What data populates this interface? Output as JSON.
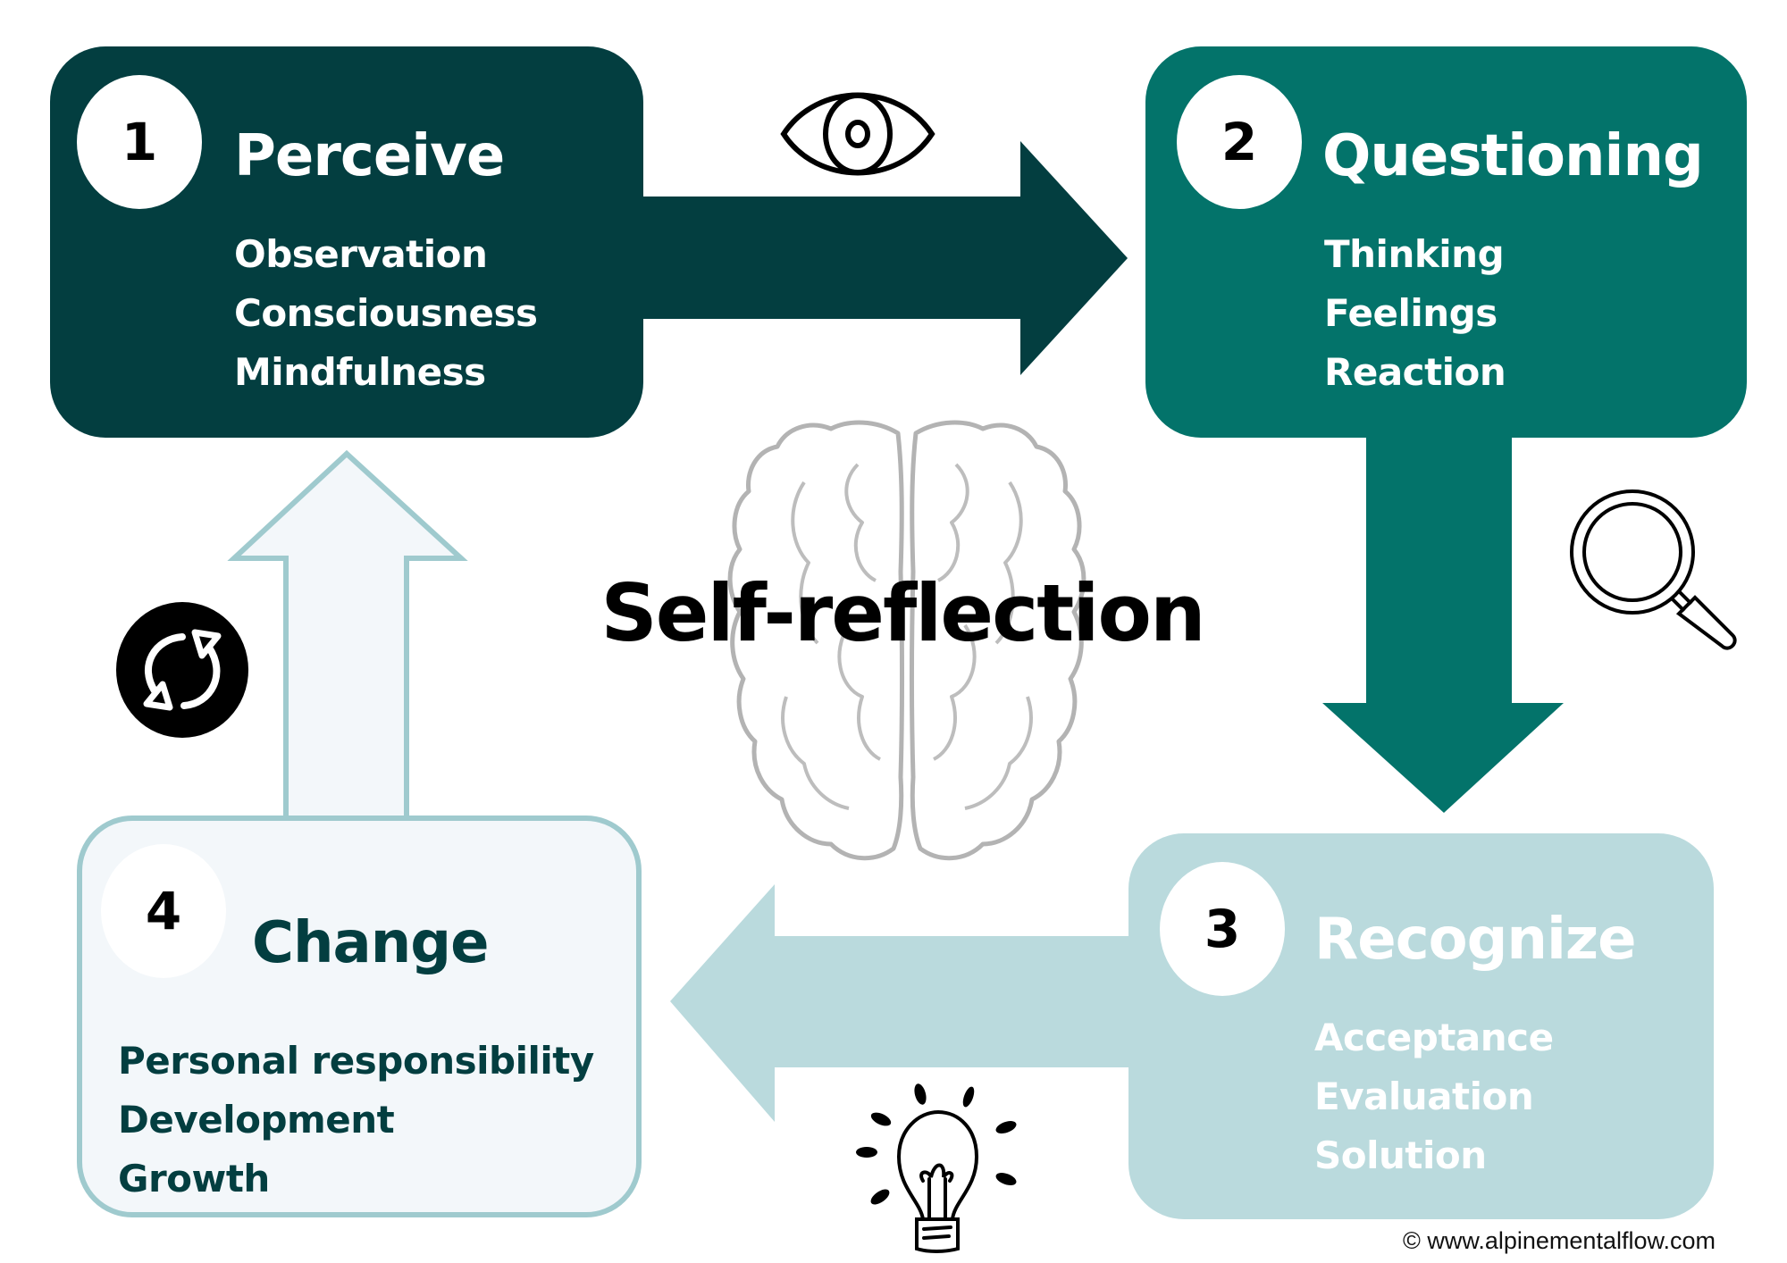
{
  "title": "Self-reflection",
  "steps": [
    {
      "number": "1",
      "title": "Perceive",
      "items": [
        "Observation",
        "Consciousness",
        "Mindfulness"
      ],
      "color": "#033E40"
    },
    {
      "number": "2",
      "title": "Questioning",
      "items": [
        "Thinking",
        "Feelings",
        "Reaction"
      ],
      "color": "#03736A"
    },
    {
      "number": "3",
      "title": "Recognize",
      "items": [
        "Acceptance",
        "Evaluation",
        "Solution"
      ],
      "color": "#BADADD"
    },
    {
      "number": "4",
      "title": "Change",
      "items": [
        "Personal responsibility",
        "Development",
        "Growth"
      ],
      "color": "#F3F7FA"
    }
  ],
  "icons": {
    "perceive_to_questioning": "eye-icon",
    "questioning_to_recognize": "magnifying-glass-icon",
    "recognize_to_change": "lightbulb-icon",
    "change_to_perceive": "refresh-icon",
    "center": "brain-icon"
  },
  "footer": {
    "copyright": "© www.alpinementalflow.com"
  }
}
